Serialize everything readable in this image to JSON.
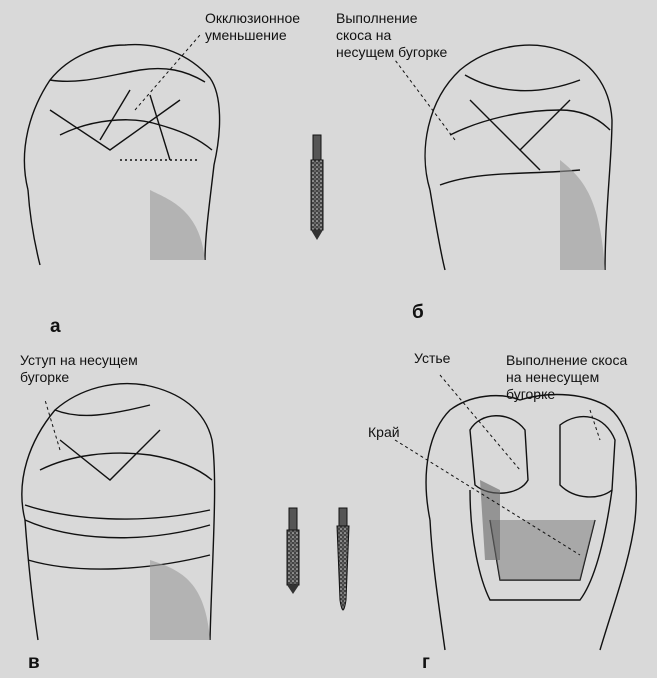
{
  "panels": [
    {
      "letter": "а",
      "labels": [
        "Окклюзионное уменьшение"
      ]
    },
    {
      "letter": "б",
      "labels": [
        "Выполнение скоса на несущем бугорке"
      ]
    },
    {
      "letter": "в",
      "labels": [
        "Уступ на несущем бугорке"
      ]
    },
    {
      "letter": "г",
      "labels": [
        "Устье",
        "Выполнение скоса на ненесущем бугорке",
        "Край"
      ]
    }
  ],
  "text": {
    "a1": "Окклюзионное\nуменьшение",
    "b1": "Выполнение\nскоса на\nнесущем бугорке",
    "c1": "Уступ на несущем\nбугорке",
    "d1": "Устье",
    "d2": "Выполнение скоса\nна ненесущем\nбугорке",
    "d3": "Край"
  },
  "letters": {
    "a": "а",
    "b": "б",
    "c": "в",
    "d": "г"
  }
}
